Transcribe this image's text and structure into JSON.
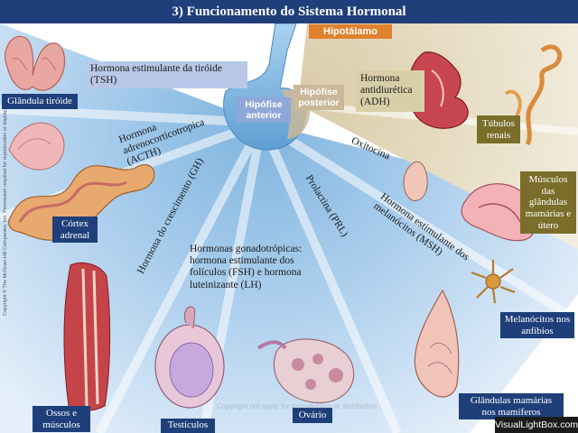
{
  "title": "3) Funcionamento do Sistema Hormonal",
  "hypothalamus": "Hipotálamo",
  "pituitary": {
    "anterior": "Hipófise anterior",
    "posterior": "Hipófise posterior"
  },
  "hormones": {
    "tsh": "Hormona estimulante da tiróide (TSH)",
    "acth": "Hormona adrenocorticotropica (ACTH)",
    "gh": "Hormona do crescimento (GH)",
    "gonadotropic": "Hormonas gonadotrópicas: hormona estimulante dos folículos (FSH) e hormona luteinizante (LH)",
    "prl": "Prolactina (PRL)",
    "msh": "Hormona estimulante dos melanócitos (MSH)",
    "adh": "Hormona antidiurética (ADH)",
    "oxytocin": "Oxitocina"
  },
  "targets": {
    "thyroid": "Glândula tiróide",
    "adrenal": "Córtex adrenal",
    "bones": "Ossos e músculos",
    "testes": "Testículos",
    "ovary": "Ovário",
    "mammary": "Glândulas mamárias nos mamíferos",
    "melanocytes": "Melanócitos nos anfíbios",
    "tubules": "Túbulos renais",
    "muscles_uterus": "Músculos das glândulas mamárias e útero"
  },
  "copyright": "Copyright © The McGraw-Hill Companies, Inc. Permission required for reproduction or display.",
  "watermark": "VisualLightBox.com",
  "faint_watermark": "Copyright not apply for reproduction or distribution",
  "colors": {
    "title_bg": "#1f3f7a",
    "hypothalamus_bg": "#e0812e",
    "label_box_blue": "#b9c8e8",
    "target_box_navy": "#1f3f7a",
    "target_box_olive": "#7a6e2a"
  }
}
